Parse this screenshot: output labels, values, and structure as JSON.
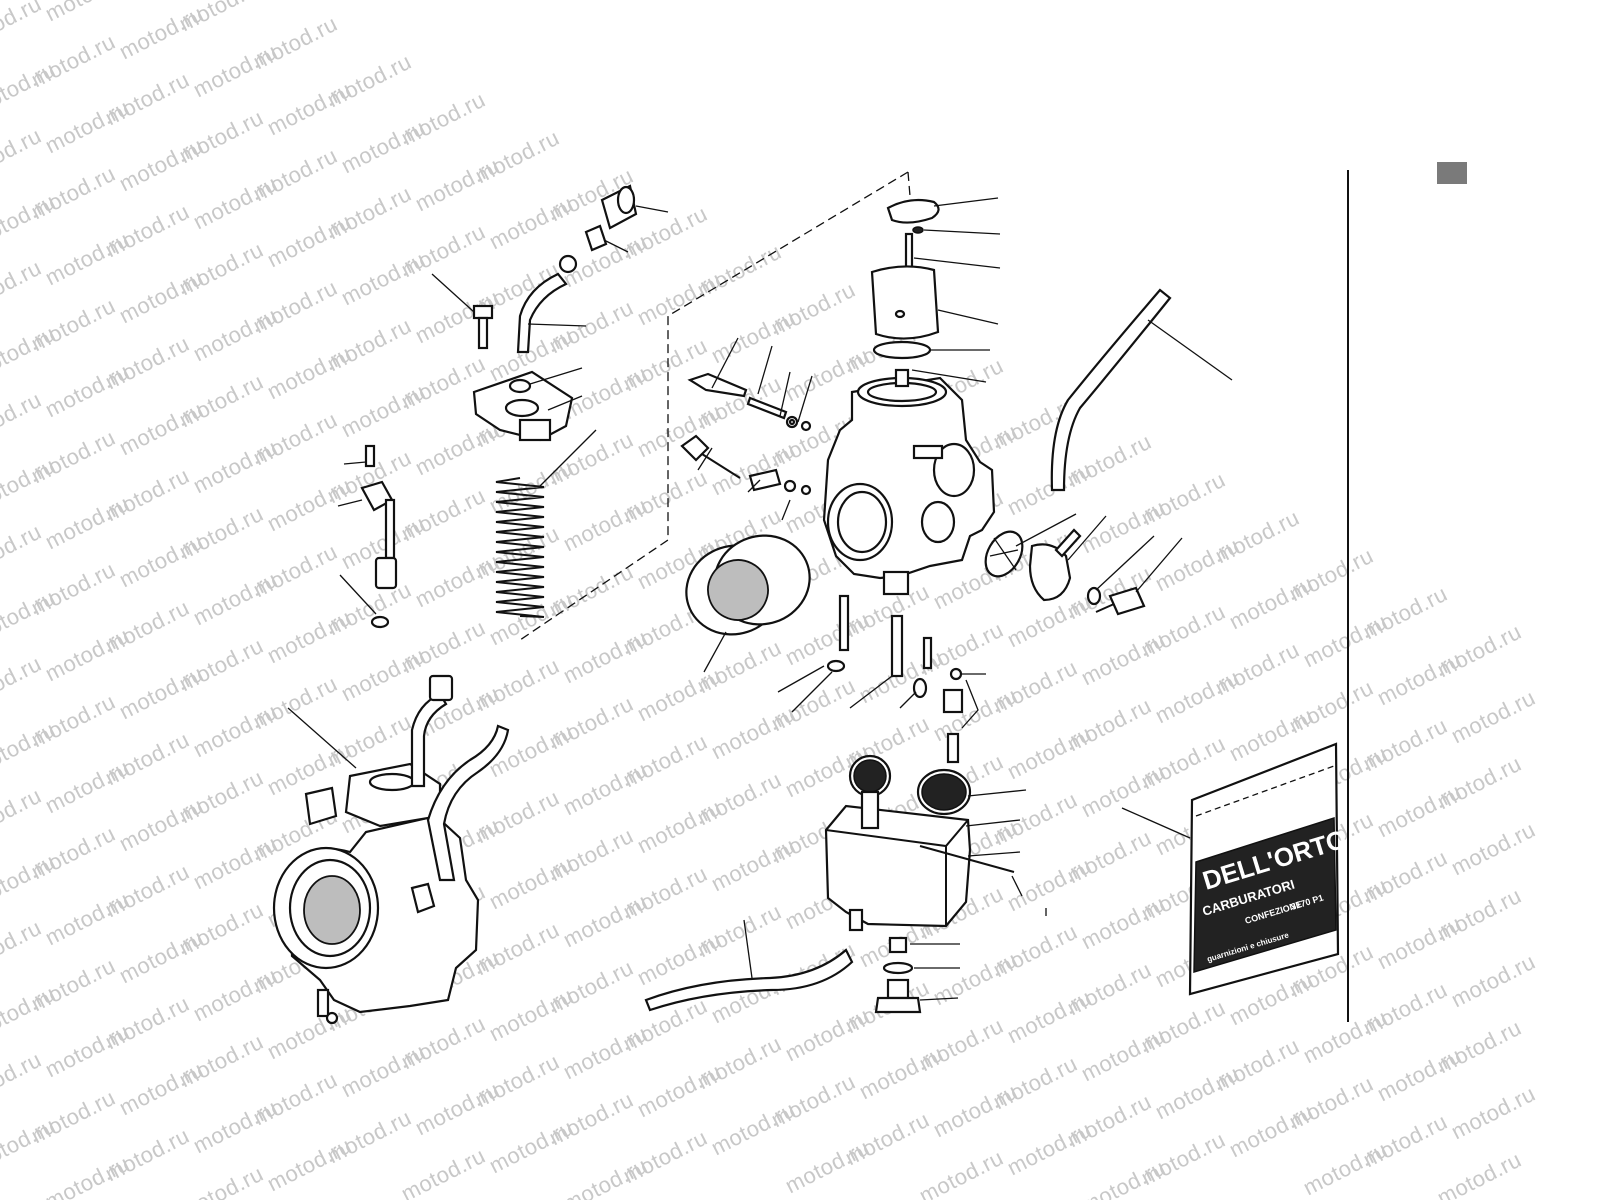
{
  "watermark": {
    "text": "motod.ru"
  },
  "package": {
    "brand": "DELL'ORTO",
    "subtitle": "CARBURATORI",
    "line1": "CONFEZIONE",
    "code": "3170 P1",
    "line2": "guarnizioni e chiusure"
  },
  "colors": {
    "line": "#111111",
    "watermark": "#c8c8c8",
    "marker": "#7a7a7a"
  }
}
